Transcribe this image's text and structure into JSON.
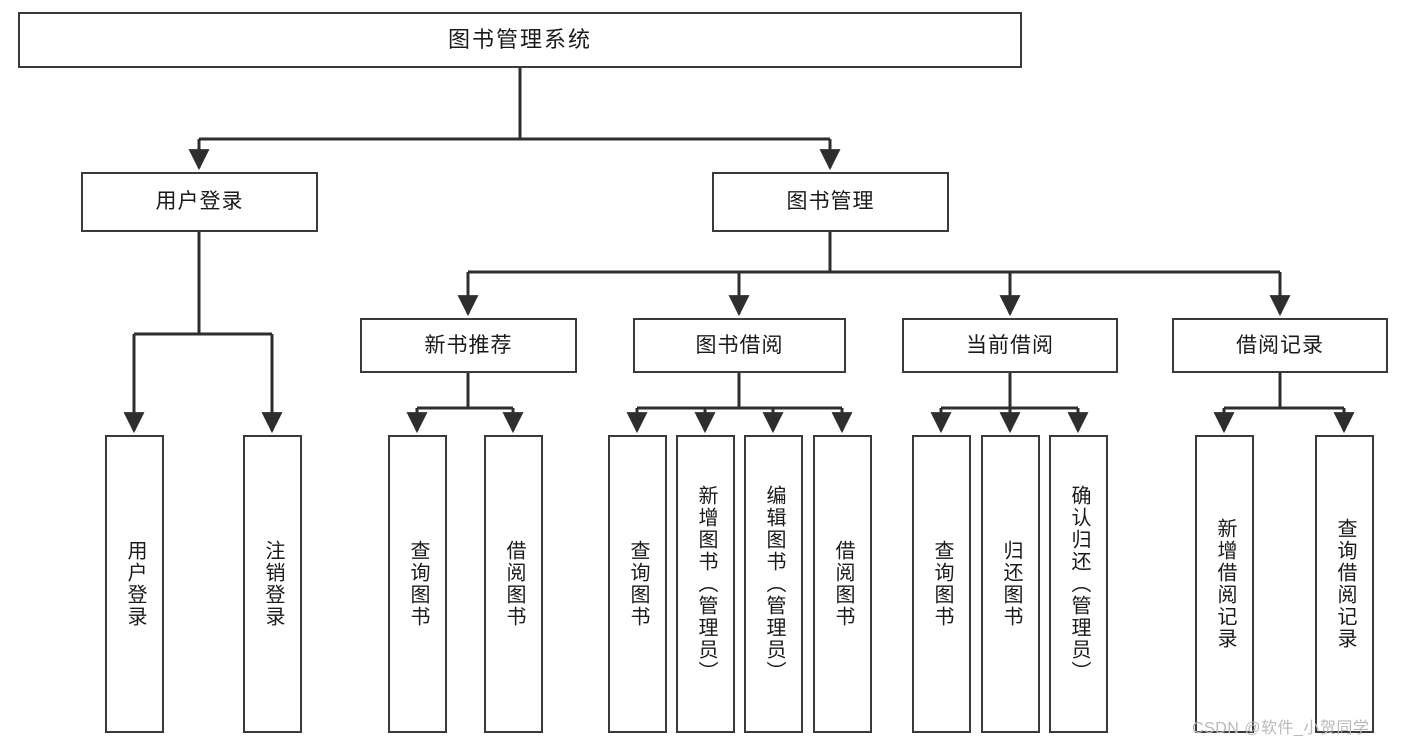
{
  "diagram": {
    "type": "tree-hierarchy",
    "title": "图书管理系统",
    "orientation": "top-down",
    "colors": {
      "background": "#ffffff",
      "box_border": "#3a3a3a",
      "box_fill": "#ffffff",
      "connector": "#2e2e2e",
      "text": "#1a1a1a",
      "watermark": "#b9b9b9"
    },
    "root": {
      "label": "图书管理系统"
    },
    "level2": [
      {
        "label": "用户登录"
      },
      {
        "label": "图书管理"
      }
    ],
    "level3": [
      {
        "label": "新书推荐"
      },
      {
        "label": "图书借阅"
      },
      {
        "label": "当前借阅"
      },
      {
        "label": "借阅记录"
      }
    ],
    "leaves": {
      "user_login": [
        {
          "label": "用户登录"
        },
        {
          "label": "注销登录"
        }
      ],
      "new_book_recommend": [
        {
          "label": "查询图书"
        },
        {
          "label": "借阅图书"
        }
      ],
      "book_borrow": [
        {
          "label": "查询图书"
        },
        {
          "label": "新增图书（管理员）"
        },
        {
          "label": "编辑图书（管理员）"
        },
        {
          "label": "借阅图书"
        }
      ],
      "current_borrow": [
        {
          "label": "查询图书"
        },
        {
          "label": "归还图书"
        },
        {
          "label": "确认归还（管理员）"
        }
      ],
      "borrow_record": [
        {
          "label": "新增借阅记录"
        },
        {
          "label": "查询借阅记录"
        }
      ]
    },
    "watermark": "CSDN @软件_小贺同学"
  }
}
